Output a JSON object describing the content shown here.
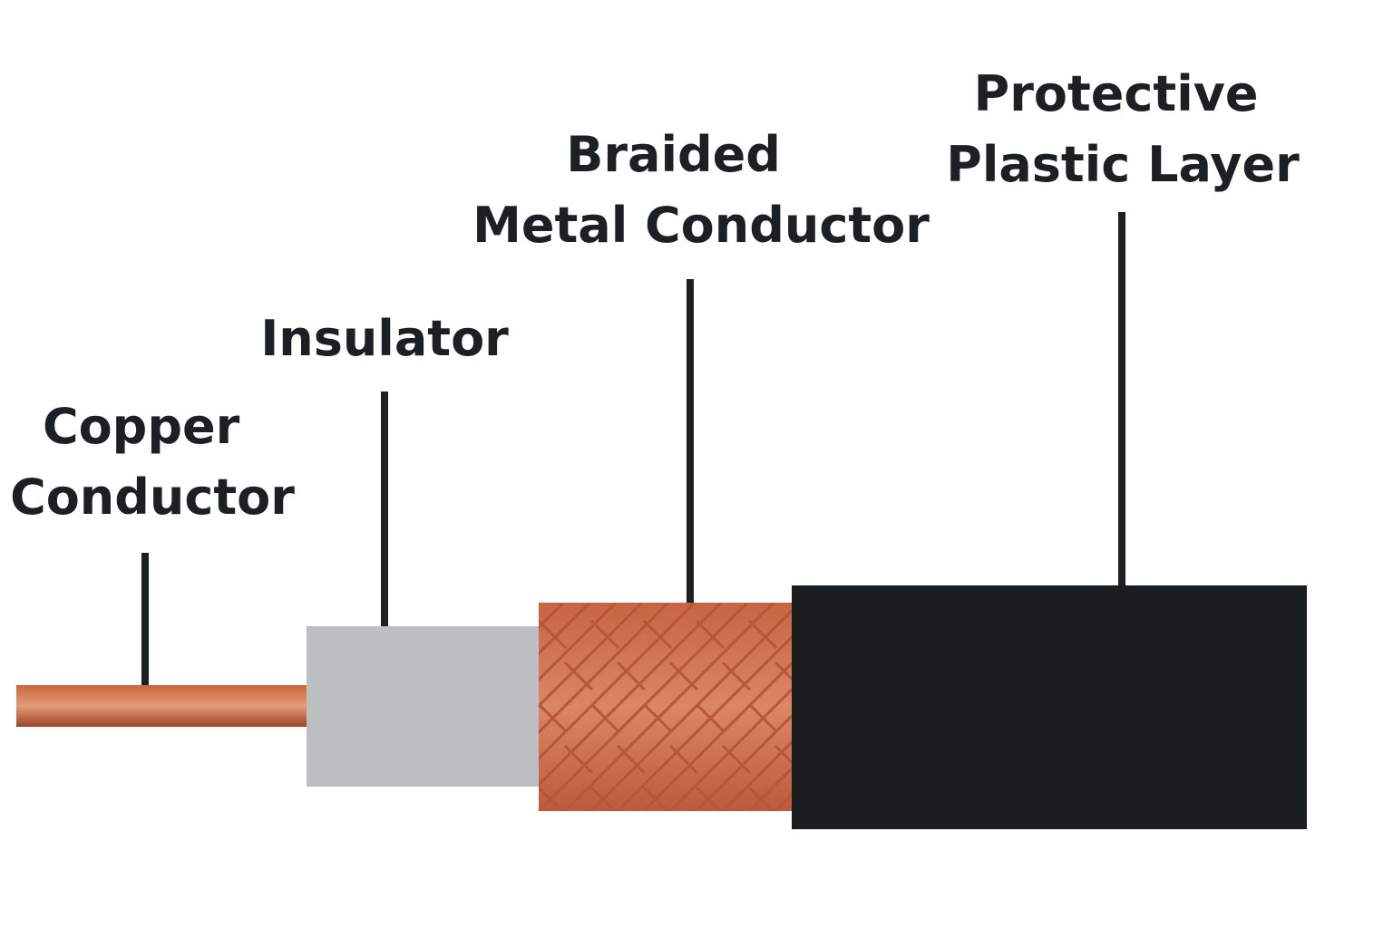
{
  "labels": {
    "copper": [
      "Copper",
      "Conductor"
    ],
    "insulator": [
      "Insulator"
    ],
    "braid": [
      "Braided",
      "Metal Conductor"
    ],
    "jacket": [
      "Protective",
      "Plastic Layer"
    ]
  },
  "colors": {
    "text": "#1c2023",
    "leader_line": "#1c2023",
    "copper_light": "#e39a77",
    "copper_mid": "#c9683f",
    "copper_dark": "#9c4427",
    "insulator": "#bdbec0",
    "braid_base": "#d57b59",
    "braid_line": "#b5573a",
    "jacket": "#1b1e20"
  }
}
